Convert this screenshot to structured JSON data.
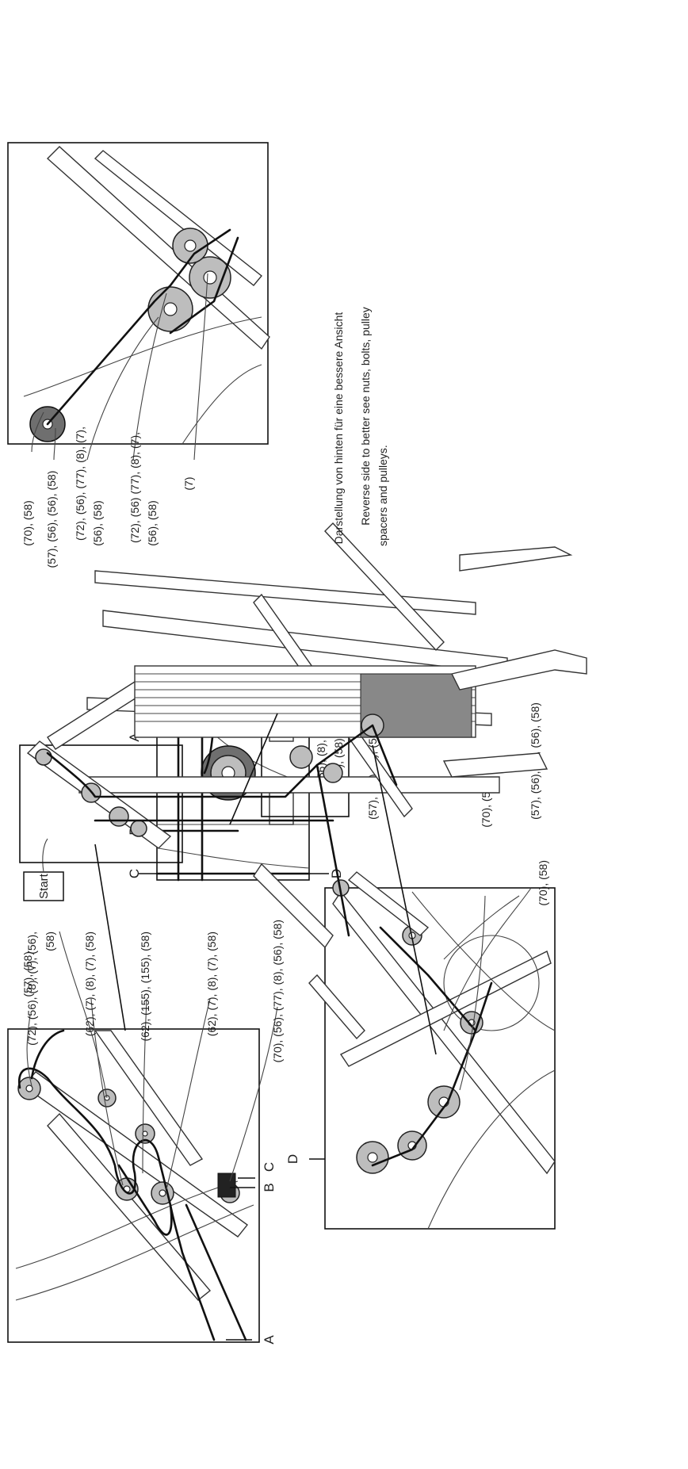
{
  "start_label": "Start",
  "callouts_top_inset": {
    "c1": "(57), (58)",
    "c2": "(62), (7), (8), (7), (58)",
    "c3": "(62), (155), (155), (58)",
    "c4": "(62), (7), (8), (7), (58)",
    "c5": "(70), (56), (77), (8), (56), (58)",
    "c6": "(72), (56), (8), (7), (56),",
    "c6b": "(58)"
  },
  "callouts_middle_inset": {
    "c1": "(56), (8),",
    "c1b": "(56), (58)",
    "c2": "(57), (56), (8), (56), (58)"
  },
  "callouts_right_inset": {
    "c1": "(70), (58)",
    "c2": "(70), (58)",
    "c3": "(57), (56), (8), (56), (58)"
  },
  "callouts_bottom_inset": {
    "c1": "(70), (58)",
    "c2": "(57), (56), (56), (58)",
    "c3": "(72), (56), (77), (8), (7),",
    "c3b": "(56), (58)",
    "c4": "(72), (56) (77), (8), (7),",
    "c4b": "(56), (58)",
    "c5": "(7)"
  },
  "letters": {
    "a": "A",
    "b": "B",
    "c": "C",
    "d": "D"
  },
  "caption": {
    "german": "Darstellung von hinten für eine bessere Ansicht",
    "english_line1": "Reverse side to better see nuts, bolts, pulley",
    "english_line2": "spacers and pulleys."
  }
}
